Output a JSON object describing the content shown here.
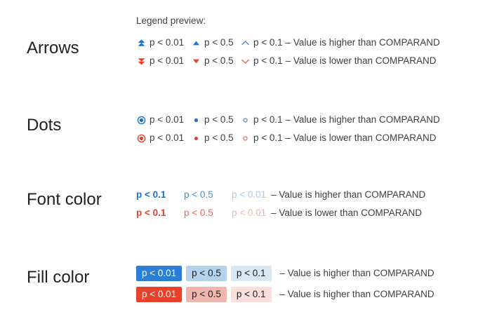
{
  "header": {
    "preview_title": "Legend preview:"
  },
  "colors": {
    "blue_strong": "#1a73c8",
    "blue_mid": "#4a90d9",
    "blue_light": "#a8c8e8",
    "red_strong": "#e8412c",
    "red_mid": "#ea6b5a",
    "red_light": "#f3b3a9",
    "fill_blue_strong": "#2a7fd4",
    "fill_blue_mid": "#b5d2ec",
    "fill_blue_light": "#d8e8f5",
    "fill_red_strong": "#e8412c",
    "fill_red_mid": "#f0b5ac",
    "fill_red_light": "#fadedb",
    "text": "#3c4043",
    "chip_text_dark": "#202124",
    "chip_text_light": "#ffffff"
  },
  "sections": [
    {
      "id": "arrows",
      "label": "Arrows",
      "rows": [
        {
          "direction": "higher",
          "tail": "– Value is higher than COMPARAND",
          "items": [
            {
              "icon": "double-chevron-up-icon",
              "p": "p < 0.01"
            },
            {
              "icon": "triangle-up-icon",
              "p": "p < 0.5"
            },
            {
              "icon": "chevron-up-icon",
              "p": "p < 0.1"
            }
          ]
        },
        {
          "direction": "lower",
          "tail": "– Value is lower than COMPARAND",
          "items": [
            {
              "icon": "double-chevron-down-icon",
              "p": "p < 0.01"
            },
            {
              "icon": "triangle-down-icon",
              "p": "p < 0.5"
            },
            {
              "icon": "chevron-down-icon",
              "p": "p < 0.1"
            }
          ]
        }
      ]
    },
    {
      "id": "dots",
      "label": "Dots",
      "rows": [
        {
          "direction": "higher",
          "tail": "– Value is higher than COMPARAND",
          "items": [
            {
              "icon": "target-dot-icon",
              "p": "p < 0.01"
            },
            {
              "icon": "filled-dot-icon",
              "p": "p < 0.5"
            },
            {
              "icon": "hollow-dot-icon",
              "p": "p < 0.1"
            }
          ]
        },
        {
          "direction": "lower",
          "tail": "– Value is lower than COMPARAND",
          "items": [
            {
              "icon": "target-dot-icon",
              "p": "p < 0.01"
            },
            {
              "icon": "filled-dot-icon",
              "p": "p < 0.5"
            },
            {
              "icon": "hollow-dot-icon",
              "p": "p < 0.1"
            }
          ]
        }
      ]
    },
    {
      "id": "font-color",
      "label": "Font color",
      "rows": [
        {
          "direction": "higher",
          "tail": "– Value is higher than COMPARAND",
          "items": [
            {
              "p": "p < 0.1",
              "weight": "bold"
            },
            {
              "p": "p < 0.5",
              "weight": "normal"
            },
            {
              "p": "p < 0.01",
              "weight": "normal"
            }
          ]
        },
        {
          "direction": "lower",
          "tail": "– Value is lower than COMPARAND",
          "items": [
            {
              "p": "p < 0.1",
              "weight": "bold"
            },
            {
              "p": "p < 0.5",
              "weight": "normal"
            },
            {
              "p": "p < 0.01",
              "weight": "normal"
            }
          ]
        }
      ]
    },
    {
      "id": "fill-color",
      "label": "Fill color",
      "rows": [
        {
          "direction": "higher",
          "tail": "– Value is higher than COMPARAND",
          "items": [
            {
              "p": "p < 0.01"
            },
            {
              "p": "p < 0.5"
            },
            {
              "p": "p < 0.1"
            }
          ]
        },
        {
          "direction": "lower",
          "tail": "– Value is higher than COMPARAND",
          "items": [
            {
              "p": "p < 0.01"
            },
            {
              "p": "p < 0.5"
            },
            {
              "p": "p < 0.1"
            }
          ]
        }
      ]
    }
  ]
}
